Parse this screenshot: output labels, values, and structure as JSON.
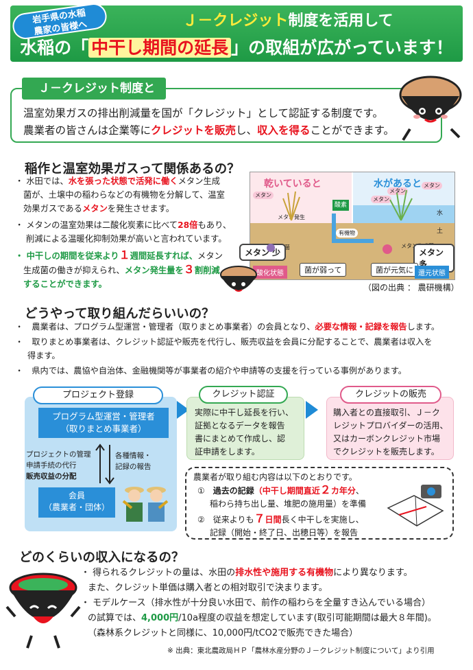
{
  "header": {
    "badge_line1": "岩手県の水稲",
    "badge_line2": "農家の皆様へ",
    "title_line1_a": "Ｊ－クレジット",
    "title_line1_b": "制度を活用して",
    "title_line2_a": "水稲の「",
    "title_line2_hl": "中干し期間の延長",
    "title_line2_b": "」の取組が広がっています！"
  },
  "about": {
    "tab": "Ｊ－クレジット制度とは",
    "line1": "温室効果ガスの排出削減量を国が「クレジット」として認証する制度です。",
    "line2_a": "農業者の皆さんは企業等に",
    "line2_red1": "クレジットを販売",
    "line2_b": "し、",
    "line2_red2": "収入を得る",
    "line2_c": "ことができます。"
  },
  "sec1": {
    "title": "稲作と温室効果ガスって関係あるの？",
    "b1_a": "・ 水田では、",
    "b1_red": "水を張った状態で活発に働く",
    "b1_b": "メタン生成",
    "b1_l2": "菌が、土壌中の稲わらなどの有機物を分解して、温室",
    "b1_l3_a": "効果ガスである",
    "b1_l3_red": "メタン",
    "b1_l3_b": "を発生させます。",
    "b2_a": "・ メタンの温室効果は二酸化炭素に比べて",
    "b2_red": "28倍",
    "b2_b": "もあり、",
    "b2_l2": "削減による温暖化抑制効果が高いと言われています。",
    "b3_a": "・ 中干しの期間を従来より",
    "b3_num": "１",
    "b3_b": "週間延長すれば、",
    "b3_c": "メタン",
    "b3_l2_a": "生成菌の働きが抑えられ、",
    "b3_l2_g": "メタン発生量を",
    "b3_l2_num": "３",
    "b3_l2_g2": "割削減",
    "b3_l3": "することができます。",
    "source": "（図の出典 ： 農研機構）"
  },
  "diagram": {
    "left_title": "乾いていると",
    "right_title": "水があると",
    "methane_less": "メタン 少",
    "methane_more": "メタン 多",
    "left_state": "酸化状態",
    "right_state": "還元状態",
    "weak": "菌が弱って",
    "strong": "菌が元気に",
    "methane": "メタン",
    "oxygen": "酸素",
    "water": "水",
    "soil": "土",
    "gen": "メタン発生",
    "organic": "有機物",
    "bacteria": "メタン生成菌"
  },
  "sec2": {
    "title": "どうやって取り組んだらいいの？",
    "b1_a": "・　農業者は、プログラム型運営・管理者（取りまとめ事業者）の会員となり、",
    "b1_red": "必要な情報・記録を報告",
    "b1_b": "します。",
    "b2_l1": "・　取りまとめ事業者は、クレジット認証や販売を代行し、販売収益を会員に分配することで、農業者は収入を",
    "b2_l2": "得ます。",
    "b3": "・　県内では、農協や自治体、金融機関等が事業者の紹介や申請等の支援を行っている事例があります。"
  },
  "flow": {
    "step1": "プロジェクト登録",
    "step2": "クレジット認証",
    "step3": "クレジットの販売",
    "manager_l1": "プログラム型運営・管理者",
    "manager_l2": "（取りまとめ事業者）",
    "left_note_l1": "プロジェクトの管理",
    "left_note_l2": "申請手続の代行",
    "left_note_l3": "販売収益の分配",
    "right_note_l1": "各種情報・",
    "right_note_l2": "記録の報告",
    "member_l1": "会員",
    "member_l2": "（農業者・団体）",
    "s2_l1": "実際に中干し延長を行い、",
    "s2_l2": "証拠となるデータを報告",
    "s2_l3": "書にまとめて作成し、認",
    "s2_l4": "証申請をします。",
    "s3_l1": "購入者との直接取引、Ｊ－ク",
    "s3_l2": "レジットプロバイダーの活用、",
    "s3_l3": "又はカーボンクレジット市場",
    "s3_l4": "でクレジットを販売します。",
    "note_title": "農業者が取り組む内容は以下のとおりです。",
    "n1_a": "①　",
    "n1_b": "過去の記録",
    "n1_red": "（中干し期間直近",
    "n1_num": "２",
    "n1_red2": "カ年分",
    "n1_c": "、",
    "n1_l2": "稲わら持ち出し量、堆肥の施用量）を準備",
    "n2_a": "②　従来よりも",
    "n2_num": "７",
    "n2_red": "日間",
    "n2_b": "長く中干しを実施し、",
    "n2_l2": "記録（開始・終了日、出穂日等）を報告"
  },
  "sec3": {
    "title": "どのくらいの収入になるの？",
    "l1_a": "・ 得られるクレジットの量は、水田の",
    "l1_red": "排水性や施用する有機物",
    "l1_b": "により異なります。",
    "l2": "また、クレジット単価は購入者との相対取引で決まります。",
    "l3": "・ モデルケース（排水性が十分良い水田で、前作の稲わらを全量すき込んでいる場合）",
    "l4_a": "の試算では、",
    "l4_g": "4,000円",
    "l4_b": "/10a程度の収益を想定しています(取引可能期間は最大８年間)。",
    "l5": "（森林系クレジットと同様に、10,000円/tCO2で販売できた場合）",
    "source": "※ 出典：東北農政局ＨＰ「農林水産分野のＪ－クレジット制度について」より引用"
  },
  "colors": {
    "green": "#1e9a45",
    "red": "#e8131e",
    "blue": "#2a8fd8",
    "pink": "#e05a8a"
  }
}
